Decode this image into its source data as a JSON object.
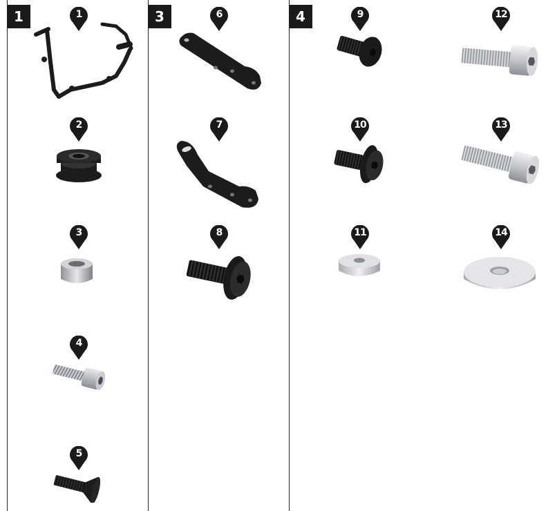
{
  "sections": [
    {
      "label": "1"
    },
    {
      "label": "3"
    },
    {
      "label": "4"
    }
  ],
  "parts": [
    {
      "number": "1",
      "icon": "bracket-frame"
    },
    {
      "number": "2",
      "icon": "rubber-grommet"
    },
    {
      "number": "3",
      "icon": "spacer-nut"
    },
    {
      "number": "4",
      "icon": "socket-cap-screw"
    },
    {
      "number": "5",
      "icon": "countersunk-screw"
    },
    {
      "number": "6",
      "icon": "mounting-plate"
    },
    {
      "number": "7",
      "icon": "bent-plate"
    },
    {
      "number": "8",
      "icon": "flanged-button-screw"
    },
    {
      "number": "9",
      "icon": "button-head-screw"
    },
    {
      "number": "10",
      "icon": "flanged-button-screw"
    },
    {
      "number": "11",
      "icon": "spacer-washer"
    },
    {
      "number": "12",
      "icon": "socket-cap-screw"
    },
    {
      "number": "13",
      "icon": "socket-cap-screw"
    },
    {
      "number": "14",
      "icon": "flat-washer"
    }
  ],
  "colors": {
    "marker": "#1a1a1a",
    "black_part": "#1c1c1c",
    "zinc_part": "#c9ccd0"
  }
}
